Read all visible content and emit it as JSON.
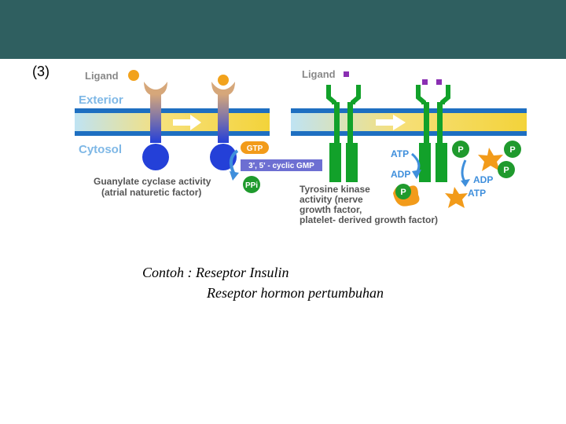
{
  "slide": {
    "number": "(3)",
    "caption_line1": "Contoh : Reseptor Insulin",
    "caption_line2": "Reseptor hormon pertumbuhan"
  },
  "diagram": {
    "left_panel": {
      "ligand": "Ligand",
      "exterior": "Exterior",
      "cytosol": "Cytosol",
      "gtp": "GTP",
      "product": "3', 5' - cyclic GMP",
      "ppi": "PPi",
      "activity_line1": "Guanylate cyclase activity",
      "activity_line2": "(atrial naturetic factor)"
    },
    "right_panel": {
      "ligand": "Ligand",
      "atp_left": "ATP",
      "adp_left": "ADP",
      "p": "P",
      "adp_right": "ADP",
      "atp_right": "ATP",
      "activity_line1": "Tyrosine kinase",
      "activity_line2": "activity (nerve",
      "activity_line3": "growth factor,",
      "activity_line4": "platelet- derived growth factor)"
    },
    "colors": {
      "membrane_blue": "#1e6fc1",
      "membrane_yellow": "#f3d33a",
      "receptor_green": "#12a12a",
      "receptor_blue": "#2440d8",
      "receptor_tan": "#d6a77a",
      "ligand_orange": "#f2a21c",
      "ligand_purple": "#8a2fb2",
      "label_blue": "#3f8fdc",
      "phosphate_green": "#1f9a2d",
      "star_orange": "#f29b1a"
    }
  }
}
